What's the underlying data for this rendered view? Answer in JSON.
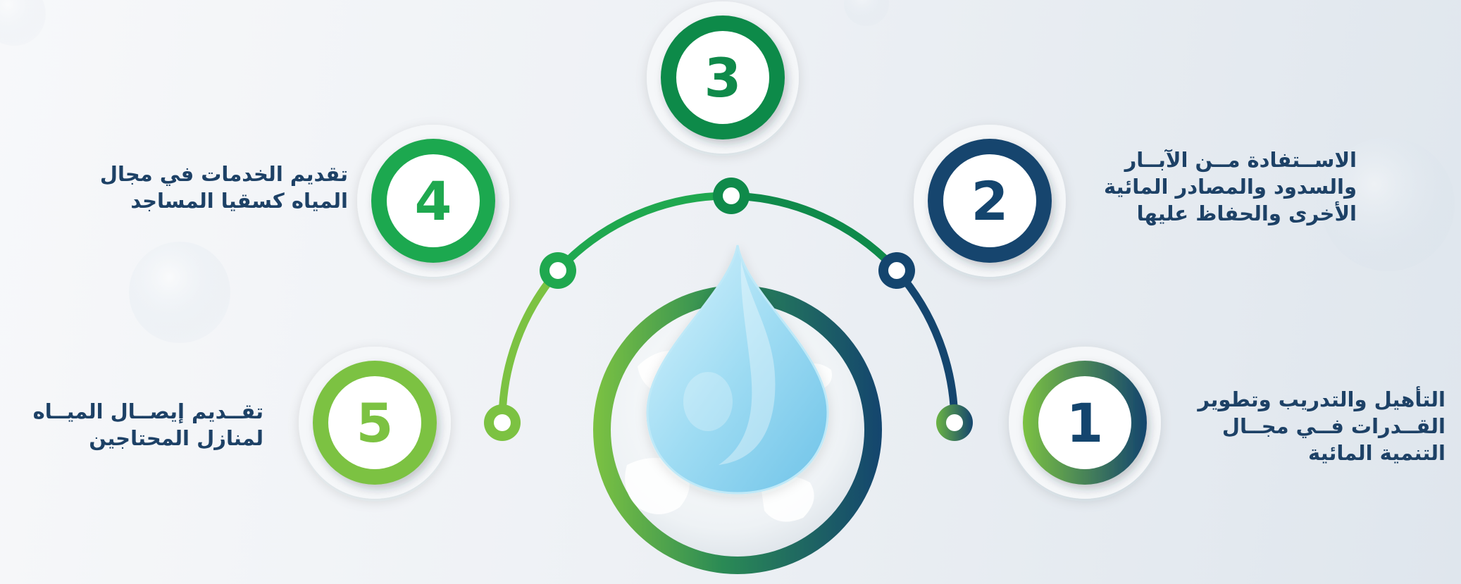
{
  "colors": {
    "navy": "#14456e",
    "dark_green": "#0f8a4a",
    "green": "#1fa84f",
    "light_green": "#7cc242",
    "text": "#1d4166",
    "drop": "#8fd5f0"
  },
  "steps": [
    {
      "number": "1",
      "lines": [
        "التأهيل والتدريب وتطوير",
        "القــدرات فــي مجــال",
        "التنمية المائية"
      ]
    },
    {
      "number": "2",
      "lines": [
        "الاســتفادة مــن الآبــار",
        "والسدود والمصادر المائية",
        "الأخرى والحفاظ عليها"
      ]
    },
    {
      "number": "3",
      "lines": []
    },
    {
      "number": "4",
      "lines": [
        "تقديم الخدمات في مجال",
        "المياه كسقيا المساجد"
      ]
    },
    {
      "number": "5",
      "lines": [
        "تقــديم إيصــال الميــاه",
        "لمنازل المحتاجين"
      ]
    }
  ],
  "icons": {
    "center": "water-drop-icon"
  }
}
